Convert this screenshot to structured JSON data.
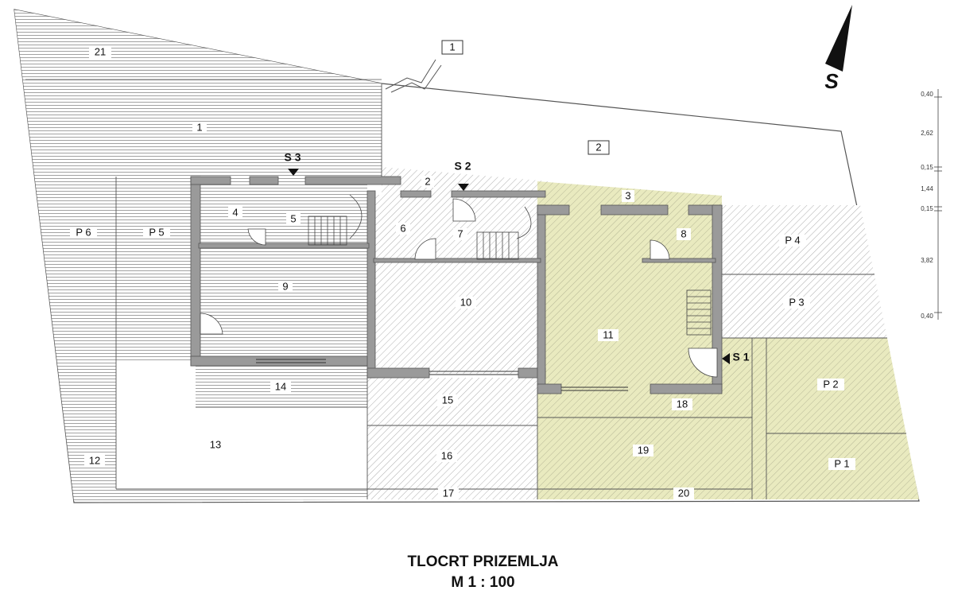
{
  "title": "TLOCRT PRIZEMLJA",
  "scale": "M 1 : 100",
  "north": "S",
  "rooms": {
    "r21": "21",
    "r1": "1",
    "r2": "2",
    "r3": "3",
    "r4": "4",
    "r5": "5",
    "r6": "6",
    "r7": "7",
    "r8": "8",
    "r9": "9",
    "r10": "10",
    "r11": "11",
    "r12": "12",
    "r13": "13",
    "r14": "14",
    "r15": "15",
    "r16": "16",
    "r17": "17",
    "r18": "18",
    "r19": "19",
    "r20": "20",
    "p1": "P 1",
    "p2": "P 2",
    "p3": "P 3",
    "p4": "P 4",
    "p5": "P 5",
    "p6": "P 6"
  },
  "zone_tags": {
    "t1": "1",
    "t2": "2"
  },
  "stairs_markers": {
    "s1": "S 1",
    "s2": "S 2",
    "s3": "S 3"
  },
  "dimensions": [
    "0,40",
    "2,62",
    "0,15",
    "1,44",
    "0,15",
    "3,82",
    "0,40"
  ],
  "colors": {
    "highlight": "#e8eac0",
    "hatch": "#999999",
    "wall": "#9a9a9a",
    "line": "#444444"
  }
}
